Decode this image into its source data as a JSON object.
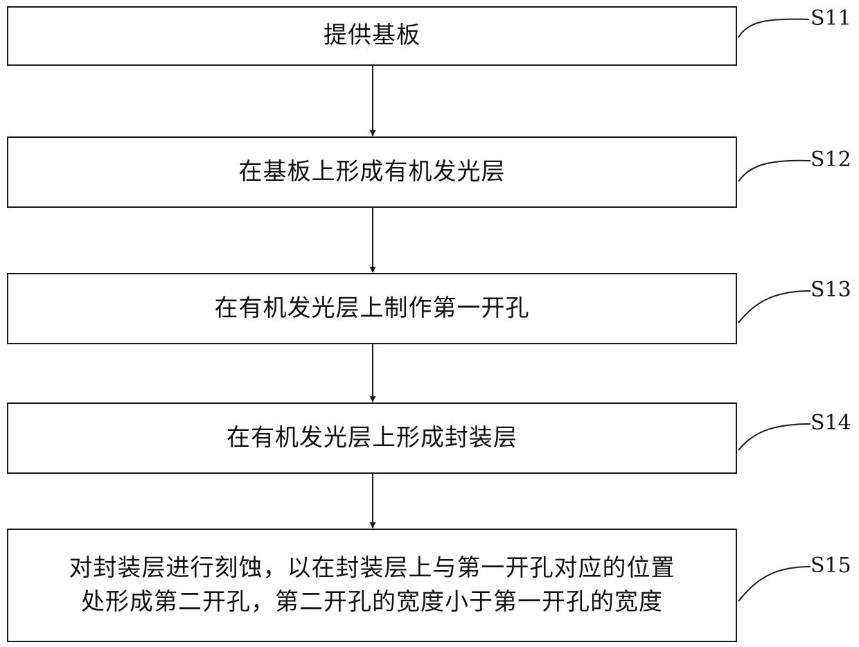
{
  "steps": [
    {
      "id": "S11",
      "lines": [
        "提供基板"
      ]
    },
    {
      "id": "S12",
      "lines": [
        "在基板上形成有机发光层"
      ]
    },
    {
      "id": "S13",
      "lines": [
        "在有机发光层上制作第一开孔"
      ]
    },
    {
      "id": "S14",
      "lines": [
        "在有机发光层上形成封装层"
      ]
    },
    {
      "id": "S15",
      "lines": [
        "对封装层进行刻蚀，以在封装层上与第一开孔对应的位置",
        "处形成第二开孔，第二开孔的宽度小于第一开孔的宽度"
      ]
    }
  ]
}
